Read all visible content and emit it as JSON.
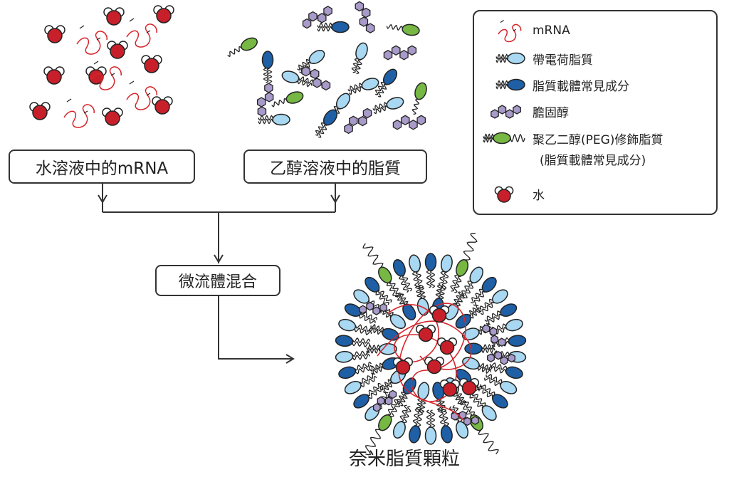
{
  "labels": {
    "mrna_in_water": "水溶液中的mRNA",
    "lipids_in_ethanol": "乙醇溶液中的脂質",
    "microfluidic_mixing": "微流體混合",
    "lipid_nanoparticle": "奈米脂質顆粒"
  },
  "legend": {
    "items": [
      {
        "icon": "mrna-icon",
        "label": "mRNA"
      },
      {
        "icon": "charged-lipid-icon",
        "label": "帶電荷脂質"
      },
      {
        "icon": "helper-lipid-icon",
        "label": "脂質載體常見成分"
      },
      {
        "icon": "cholesterol-icon",
        "label": "膽固醇"
      },
      {
        "icon": "peg-lipid-icon",
        "label": "聚乙二醇(PEG)修飾脂質",
        "sublabel": "(脂質載體常見成分)"
      },
      {
        "icon": "water-icon",
        "label": "水"
      }
    ]
  },
  "colors": {
    "mrna": "#d6252b",
    "water_red": "#c8202a",
    "charged_lipid": "#a8d8f2",
    "helper_lipid": "#1f5fa6",
    "cholesterol": "#a89ac9",
    "peg_lipid": "#76b843",
    "outline": "#222222"
  }
}
